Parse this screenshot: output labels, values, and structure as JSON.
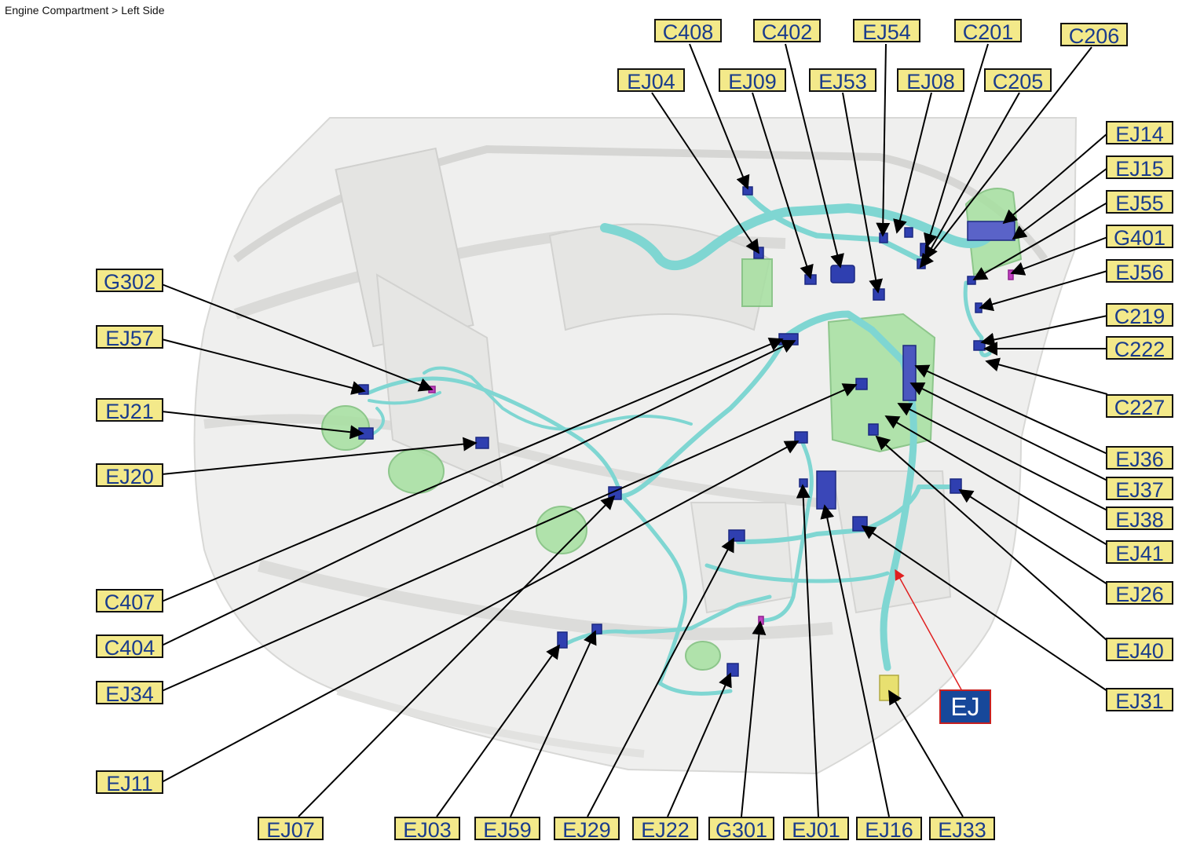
{
  "breadcrumb": "Engine Compartment > Left Side",
  "group_label": "EJ",
  "colors": {
    "label_fill": "#f3e98a",
    "label_text": "#1a3c8c",
    "harness": "#7fd6d2",
    "connector": "#2f3fb0",
    "module": "#a6e0a0",
    "group_fill": "#17489a",
    "group_border": "#c62020",
    "group_arrow": "#e02020"
  },
  "callouts": [
    {
      "id": "C408",
      "label": "C408"
    },
    {
      "id": "C402",
      "label": "C402"
    },
    {
      "id": "EJ54",
      "label": "EJ54"
    },
    {
      "id": "C201",
      "label": "C201"
    },
    {
      "id": "C206",
      "label": "C206"
    },
    {
      "id": "EJ04",
      "label": "EJ04"
    },
    {
      "id": "EJ09",
      "label": "EJ09"
    },
    {
      "id": "EJ53",
      "label": "EJ53"
    },
    {
      "id": "EJ08",
      "label": "EJ08"
    },
    {
      "id": "C205",
      "label": "C205"
    },
    {
      "id": "EJ14",
      "label": "EJ14"
    },
    {
      "id": "EJ15",
      "label": "EJ15"
    },
    {
      "id": "EJ55",
      "label": "EJ55"
    },
    {
      "id": "G401",
      "label": "G401"
    },
    {
      "id": "EJ56",
      "label": "EJ56"
    },
    {
      "id": "C219",
      "label": "C219"
    },
    {
      "id": "C222",
      "label": "C222"
    },
    {
      "id": "C227",
      "label": "C227"
    },
    {
      "id": "EJ36",
      "label": "EJ36"
    },
    {
      "id": "EJ37",
      "label": "EJ37"
    },
    {
      "id": "EJ38",
      "label": "EJ38"
    },
    {
      "id": "EJ41",
      "label": "EJ41"
    },
    {
      "id": "EJ26",
      "label": "EJ26"
    },
    {
      "id": "EJ40",
      "label": "EJ40"
    },
    {
      "id": "EJ31",
      "label": "EJ31"
    },
    {
      "id": "G302",
      "label": "G302"
    },
    {
      "id": "EJ57",
      "label": "EJ57"
    },
    {
      "id": "EJ21",
      "label": "EJ21"
    },
    {
      "id": "EJ20",
      "label": "EJ20"
    },
    {
      "id": "C407",
      "label": "C407"
    },
    {
      "id": "C404",
      "label": "C404"
    },
    {
      "id": "EJ34",
      "label": "EJ34"
    },
    {
      "id": "EJ11",
      "label": "EJ11"
    },
    {
      "id": "EJ07",
      "label": "EJ07"
    },
    {
      "id": "EJ03",
      "label": "EJ03"
    },
    {
      "id": "EJ59",
      "label": "EJ59"
    },
    {
      "id": "EJ29",
      "label": "EJ29"
    },
    {
      "id": "EJ22",
      "label": "EJ22"
    },
    {
      "id": "G301",
      "label": "G301"
    },
    {
      "id": "EJ01",
      "label": "EJ01"
    },
    {
      "id": "EJ16",
      "label": "EJ16"
    },
    {
      "id": "EJ33",
      "label": "EJ33"
    }
  ]
}
